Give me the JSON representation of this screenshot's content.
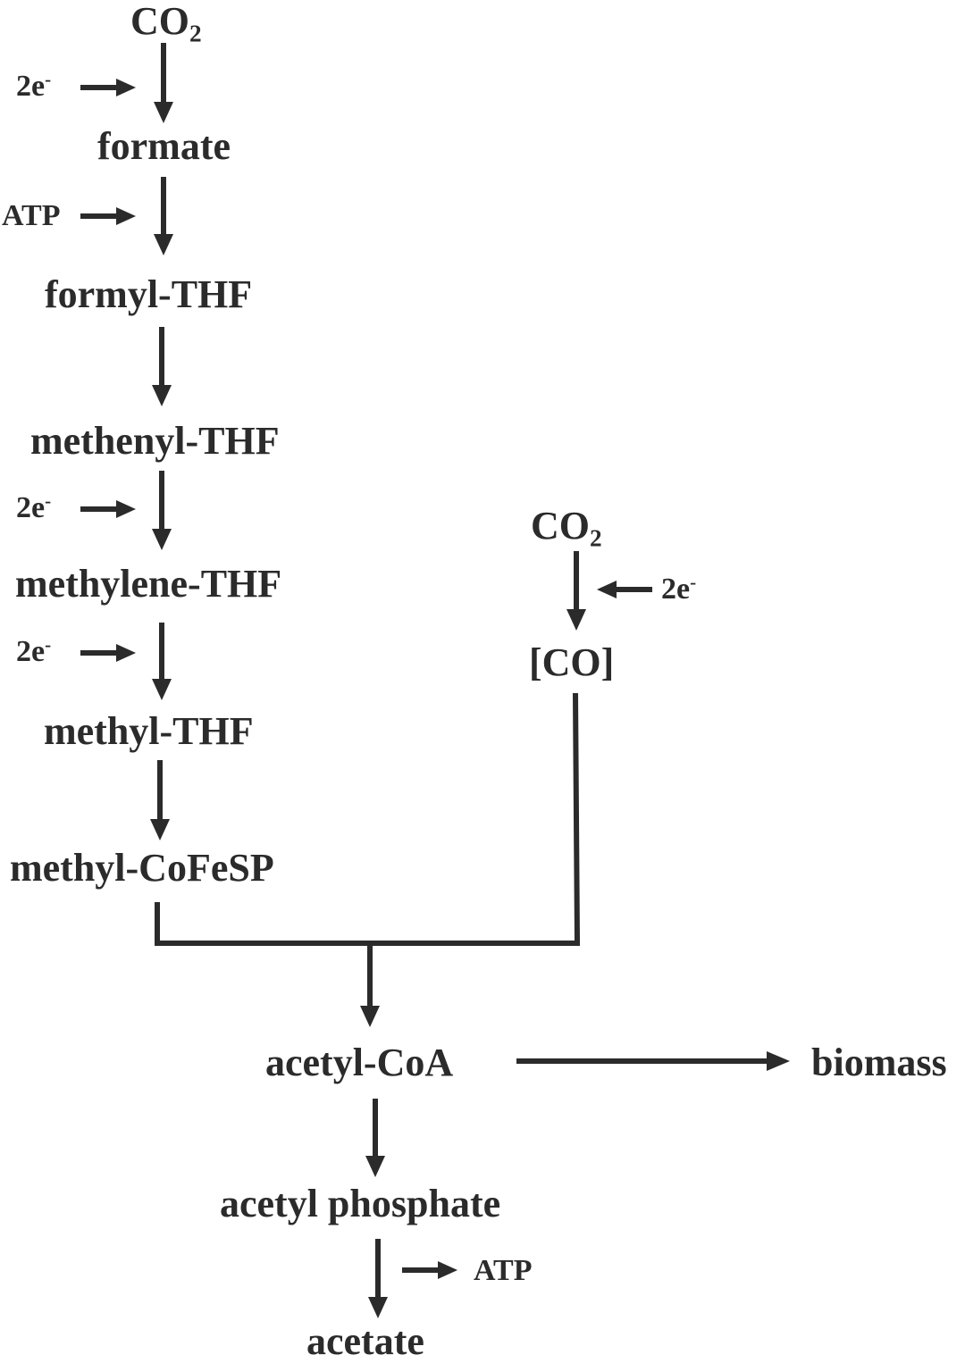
{
  "pathway": {
    "co2_top": {
      "base": "CO",
      "sub": "2"
    },
    "formate": "formate",
    "formyl_thf": "formyl-THF",
    "methenyl_thf": "methenyl-THF",
    "methylene_thf": "methylene-THF",
    "methyl_thf": "methyl-THF",
    "methyl_cofesp": "methyl-CoFeSP",
    "co2_right": {
      "base": "CO",
      "sub": "2"
    },
    "co": "[CO]",
    "acetyl_coa": "acetyl-CoA",
    "biomass": "biomass",
    "acetyl_phosphate": "acetyl phosphate",
    "acetate": "acetate"
  },
  "cofactors": {
    "electron_base": "2e",
    "electron_sup": "-",
    "atp": "ATP"
  },
  "colors": {
    "ink": "#2b2b2b",
    "background": "#ffffff"
  }
}
